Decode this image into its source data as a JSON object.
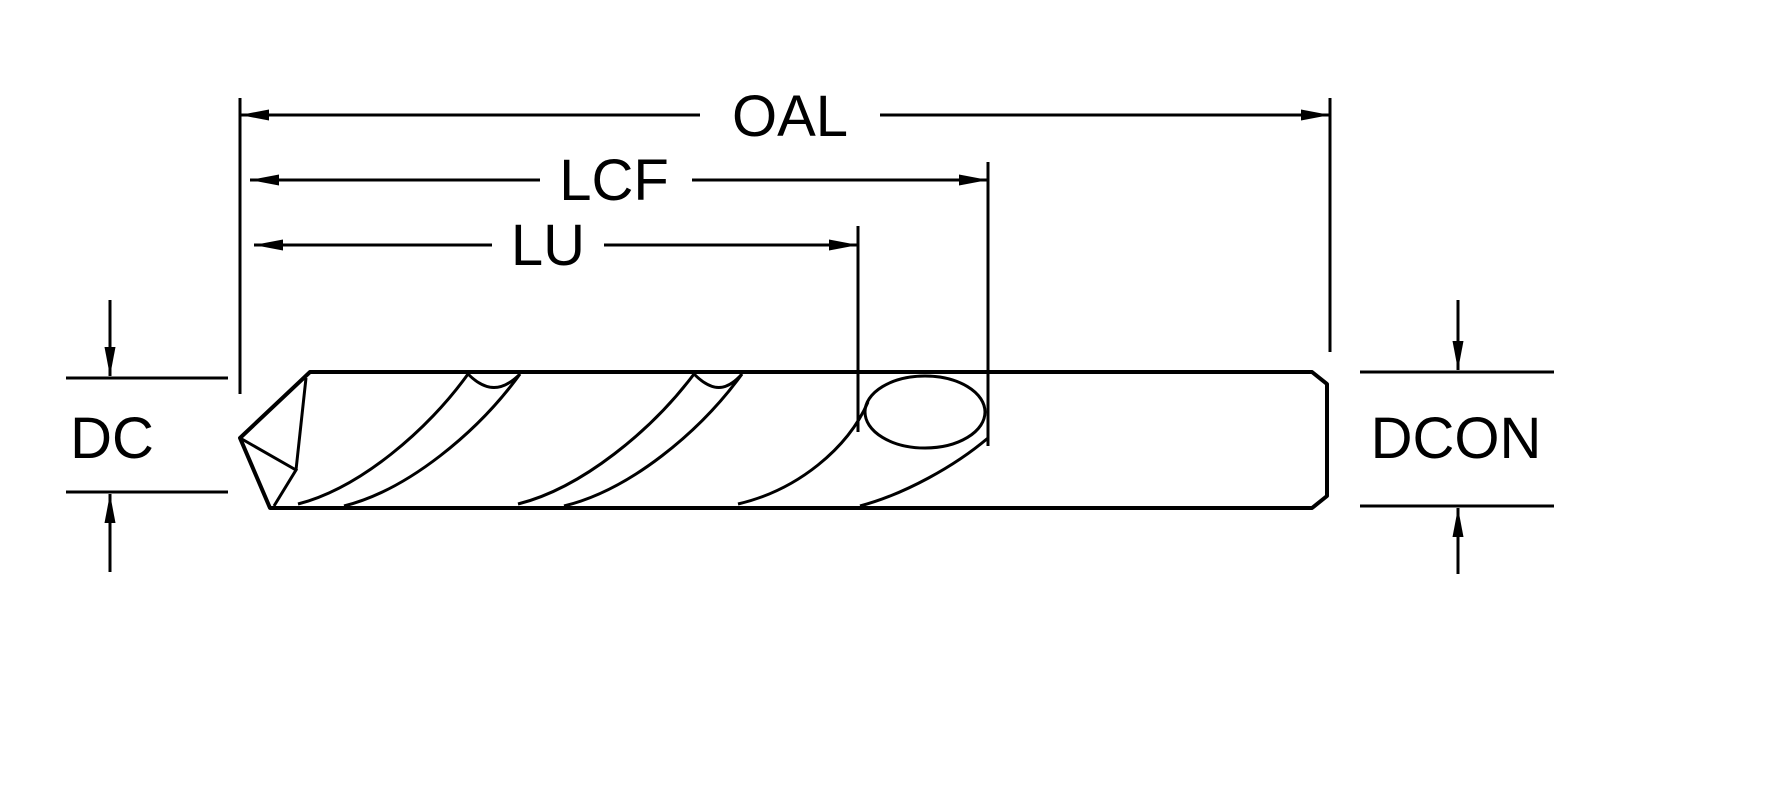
{
  "diagram": {
    "background_color": "#ffffff",
    "line_color": "#000000",
    "labels": {
      "oal": "OAL",
      "lcf": "LCF",
      "lu": "LU",
      "dc": "DC",
      "dcon": "DCON"
    }
  }
}
